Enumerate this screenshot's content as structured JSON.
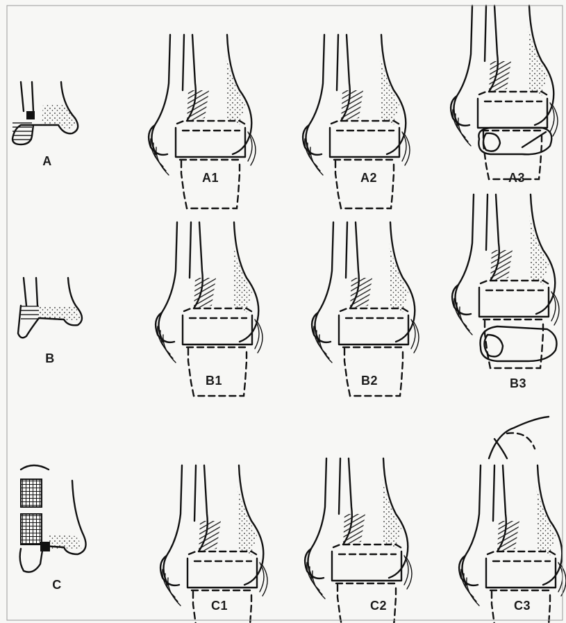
{
  "figure": {
    "panels": [
      {
        "id": "A",
        "label": "A"
      },
      {
        "id": "A1",
        "label": "A1"
      },
      {
        "id": "A2",
        "label": "A2"
      },
      {
        "id": "A3",
        "label": "A3"
      },
      {
        "id": "B",
        "label": "B"
      },
      {
        "id": "B1",
        "label": "B1"
      },
      {
        "id": "B2",
        "label": "B2"
      },
      {
        "id": "B3",
        "label": "B3"
      },
      {
        "id": "C",
        "label": "C"
      },
      {
        "id": "C1",
        "label": "C1"
      },
      {
        "id": "C2",
        "label": "C2"
      },
      {
        "id": "C3",
        "label": "C3"
      }
    ]
  }
}
